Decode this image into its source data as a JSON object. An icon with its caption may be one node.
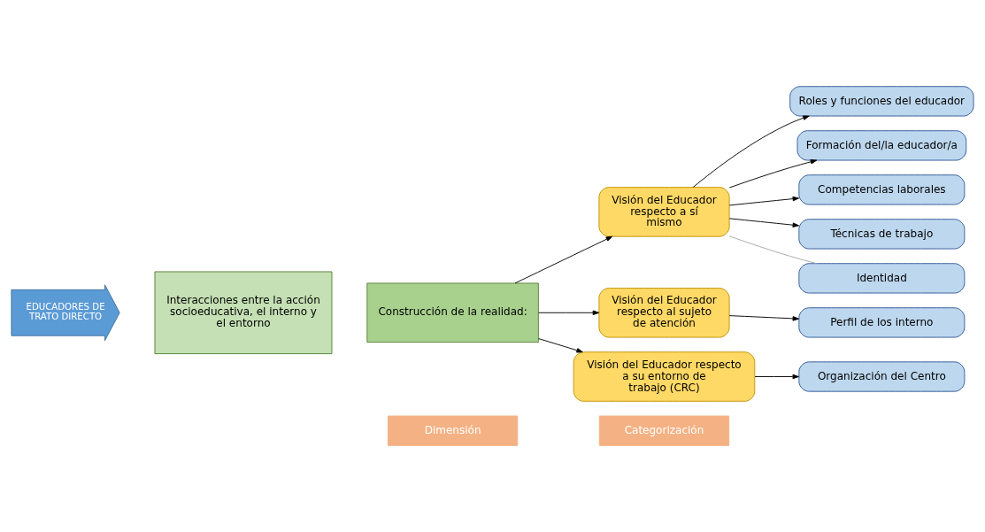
{
  "diagram": {
    "nodes": [
      {
        "text": [
          "Dimensión"
        ]
      },
      {
        "text": [
          "Categorización"
        ]
      },
      {
        "text": [
          "EDUCADORES DE TRATO DIRECTO"
        ]
      },
      {
        "text": [
          "Interacciones entre la acción socioeducativa, el interno y el entorno"
        ]
      },
      {
        "text": [
          "Construcción de la realidad:"
        ]
      },
      {
        "text": [
          "Visión del Educador respecto a sí mismo"
        ]
      },
      {
        "text": [
          "Visión del Educador respecto al sujeto de atención"
        ]
      },
      {
        "text": [
          "Visión del Educador respecto a su entorno de trabajo (CRC)"
        ]
      },
      {
        "text": [
          "Roles y funciones del educador"
        ]
      },
      {
        "text": [
          "Formación del/la educador/a"
        ]
      },
      {
        "text": [
          "Competencias laborales"
        ]
      },
      {
        "text": [
          "Técnicas de trabajo"
        ]
      },
      {
        "text": [
          "Identidad"
        ]
      },
      {
        "text": [
          "Perfil de los interno"
        ]
      },
      {
        "text": [
          "Organización del Centro"
        ]
      }
    ],
    "edges": [
      {
        "from": 4,
        "to": 5,
        "arrow": "to"
      },
      {
        "from": 4,
        "to": 6,
        "arrow": "to"
      },
      {
        "from": 4,
        "to": 7,
        "arrow": "to"
      },
      {
        "from": 5,
        "to": 8,
        "arrow": "to"
      },
      {
        "from": 5,
        "to": 9,
        "arrow": "to"
      },
      {
        "from": 5,
        "to": 10,
        "arrow": "to"
      },
      {
        "from": 5,
        "to": 11,
        "arrow": "to"
      },
      {
        "from": 5,
        "to": 12,
        "arrow": "none",
        "color": "#a6a6a6"
      },
      {
        "from": 6,
        "to": 13,
        "arrow": "to"
      },
      {
        "from": 7,
        "to": 14,
        "arrow": "to"
      }
    ]
  }
}
